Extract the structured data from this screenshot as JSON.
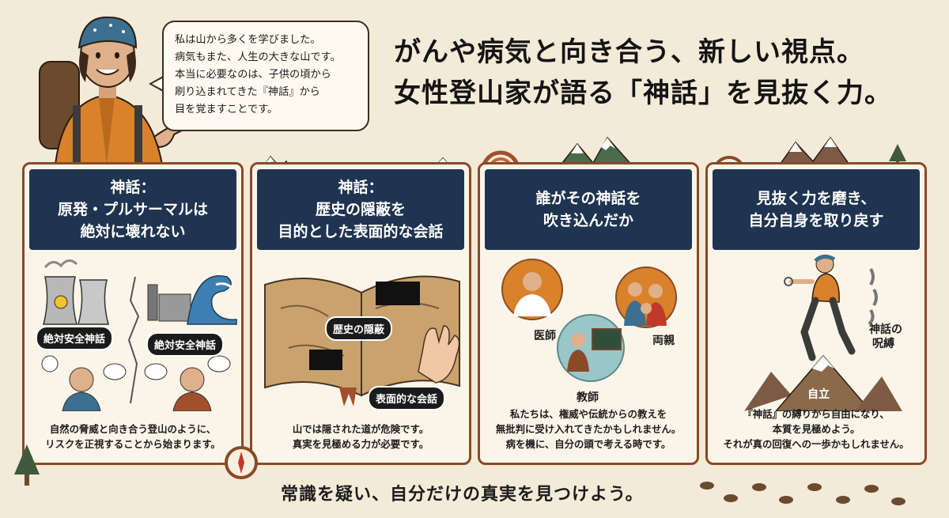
{
  "header": {
    "title_line1": "がんや病気と向き合う、新しい視点。",
    "title_line2": "女性登山家が語る「神話」を見抜く力。",
    "speech": [
      "私は山から多くを学びました。",
      "病気もまた、人生の大きな山です。",
      "本当に必要なのは、子供の頃から",
      "刷り込まれてきた『神話』から",
      "目を覚ますことです。"
    ]
  },
  "cards": [
    {
      "title": [
        "神話：",
        "原発・プルサーマルは",
        "絶対に壊れない"
      ],
      "labels": [
        "絶対安全神話",
        "絶対安全神話"
      ],
      "text": [
        "自然の脅威と向き合う登山のように、",
        "リスクを正視することから始まります。"
      ]
    },
    {
      "title": [
        "神話：",
        "歴史の隠蔽を",
        "目的とした表面的な会話"
      ],
      "labels": [
        "歴史の隠蔽",
        "表面的な会話"
      ],
      "text": [
        "山では隠された道が危険です。",
        "真実を見極める力が必要です。"
      ]
    },
    {
      "title": [
        "誰がその神話を",
        "吹き込んだか"
      ],
      "labels": [
        "医師",
        "両親",
        "教師"
      ],
      "text": [
        "私たちは、権威や伝統からの教えを",
        "無批判に受け入れてきたかもしれません。",
        "病を機に、自分の頭で考える時です。"
      ]
    },
    {
      "title": [
        "見抜く力を磨き、",
        "自分自身を取り戻す"
      ],
      "labels": [
        "神話の",
        "呪縛",
        "自立"
      ],
      "text": [
        "『神話』の縛りから自由になり、",
        "本質を見極めよう。",
        "それが真の回復への一歩かもしれません。"
      ]
    }
  ],
  "footer": "常識を疑い、自分だけの真実を見つけよう。",
  "colors": {
    "background": "#f3ead8",
    "card_header": "#1f3450",
    "card_border": "#8a4a26",
    "label_pill": "#1b1b1b"
  }
}
